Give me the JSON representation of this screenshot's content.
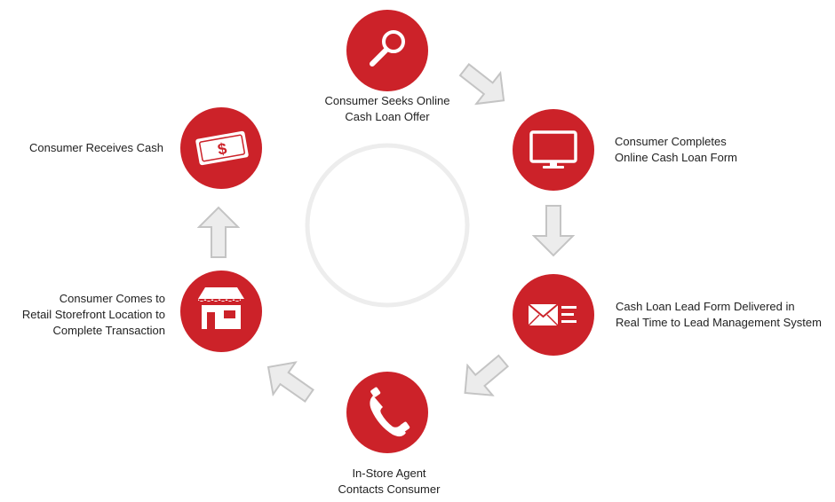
{
  "colors": {
    "node_fill": "#cc2229",
    "icon": "#ffffff",
    "arrow_fill": "#ececec",
    "arrow_stroke": "#c4c4c4",
    "center_ring": "#ededed",
    "text": "#222222"
  },
  "steps": [
    {
      "icon": "magnifier-icon",
      "lines": [
        "Consumer Seeks Online",
        "Cash Loan Offer"
      ]
    },
    {
      "icon": "monitor-icon",
      "lines": [
        "Consumer Completes",
        "Online Cash Loan Form"
      ]
    },
    {
      "icon": "envelope-icon",
      "lines": [
        "Cash Loan Lead Form Delivered in",
        "Real Time to Lead Management System"
      ]
    },
    {
      "icon": "phone-icon",
      "lines": [
        "In-Store Agent",
        "Contacts Consumer"
      ]
    },
    {
      "icon": "storefront-icon",
      "lines": [
        "Consumer Comes to",
        "Retail Storefront Location to",
        "Complete Transaction"
      ]
    },
    {
      "icon": "cash-icon",
      "lines": [
        "Consumer Receives Cash"
      ]
    }
  ]
}
